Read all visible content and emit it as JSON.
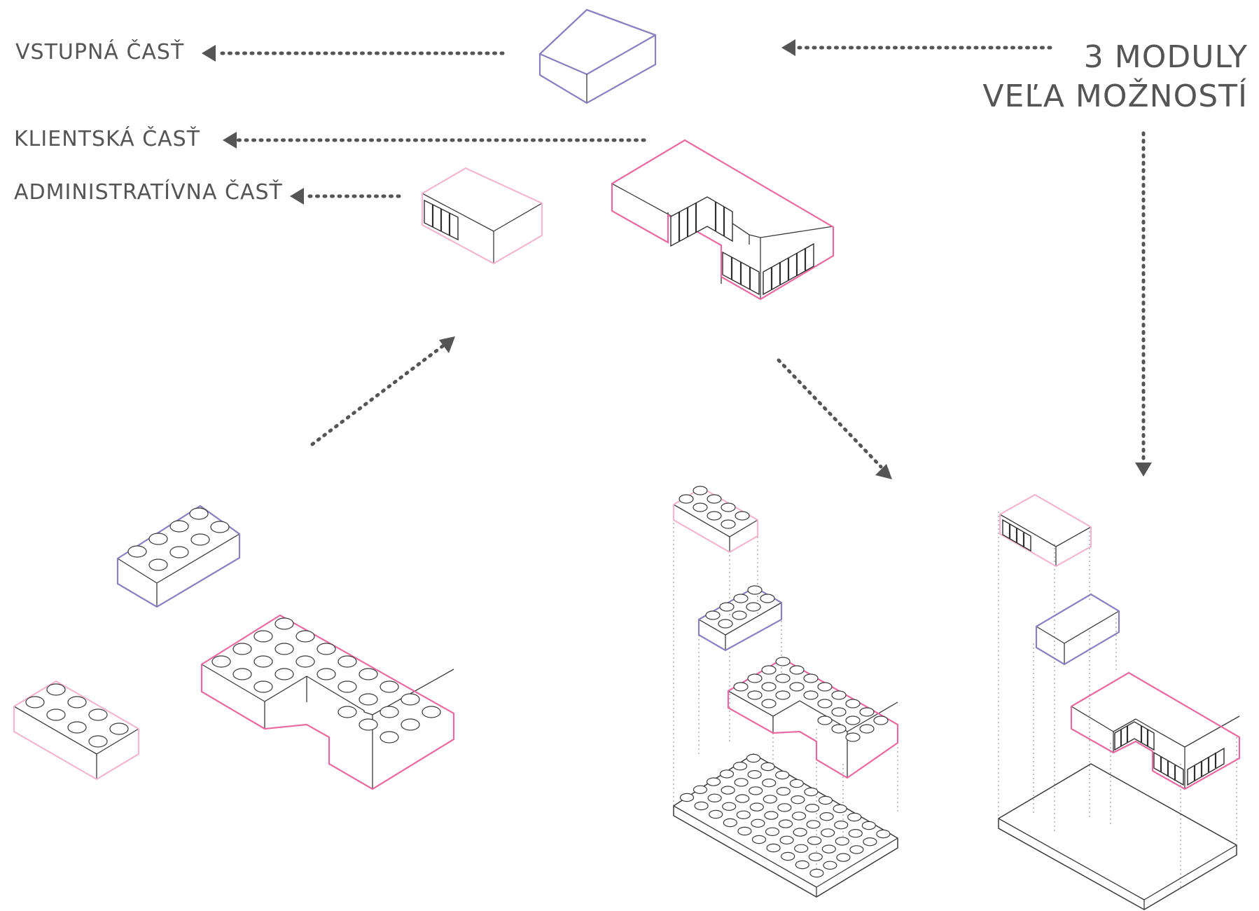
{
  "labels": {
    "entrance": "VSTUPNÁ ČASŤ",
    "client": "KLIENTSKÁ ČASŤ",
    "admin": "ADMINISTRATÍVNA ČASŤ",
    "title_line1": "3 MODULY",
    "title_line2": "VEĽA MOŽNOSTÍ"
  },
  "colors": {
    "entrance": "#8a80c0",
    "client": "#e86aa0",
    "admin": "#f2b8d0",
    "outline": "#3a3a3a",
    "arrow": "#555555"
  }
}
